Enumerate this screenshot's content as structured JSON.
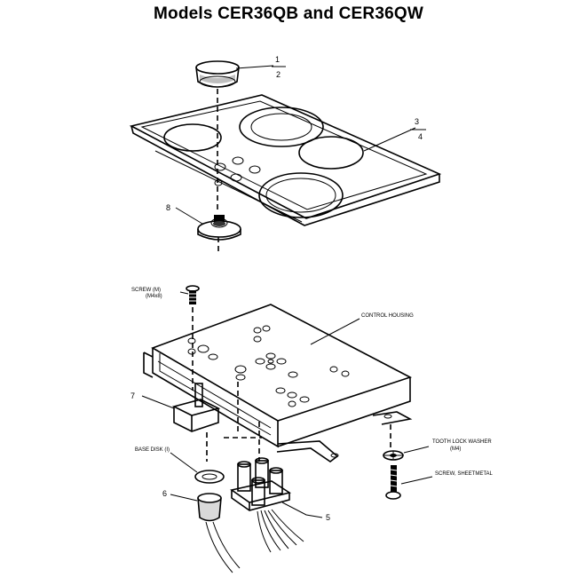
{
  "title": "Models CER36QB and CER36QW",
  "labels": {
    "one": "1",
    "two": "2",
    "three": "3",
    "four": "4",
    "eight": "8",
    "seven": "7",
    "six": "6",
    "five": "5",
    "screw_top": "SCREW (M)",
    "screw_top_size": "(M4x8)",
    "control_housing": "CONTROL HOUSING",
    "base_disk": "BASE DISK (I)",
    "tooth_lock_washer": "TOOTH LOCK WASHER",
    "tooth_lock_washer_size": "(M4)",
    "screw_sheetmetal": "SCREW, SHEETMETAL"
  }
}
